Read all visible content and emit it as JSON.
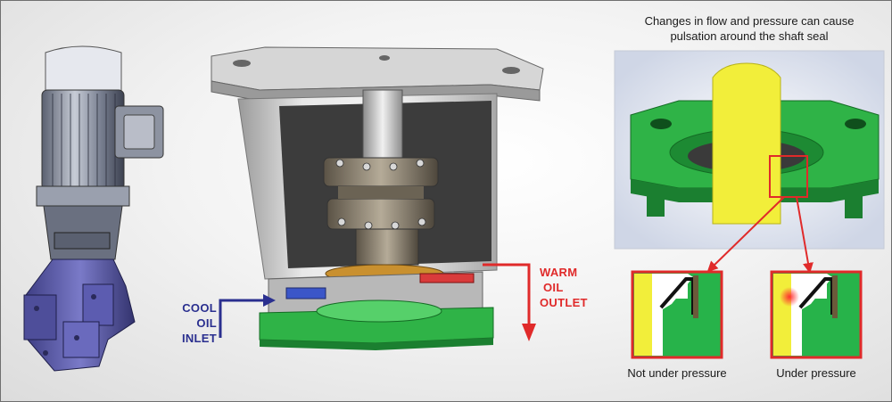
{
  "header": {
    "line1": "Changes in flow and pressure can cause",
    "line2": "pulsation around the shaft seal"
  },
  "inlet": {
    "line1": "COOL",
    "line2": "OIL",
    "line3": "INLET"
  },
  "outlet": {
    "line1": "WARM",
    "line2": "OIL",
    "line3": "OUTLET"
  },
  "details": {
    "not_pressure": "Not under pressure",
    "pressure": "Under pressure"
  },
  "colors": {
    "inlet_arrow": "#2a2f8f",
    "outlet_arrow": "#e02a2a",
    "seal_housing": "#27b34a",
    "shaft": "#f2ee3a",
    "highlight_border": "#e02a2a"
  }
}
